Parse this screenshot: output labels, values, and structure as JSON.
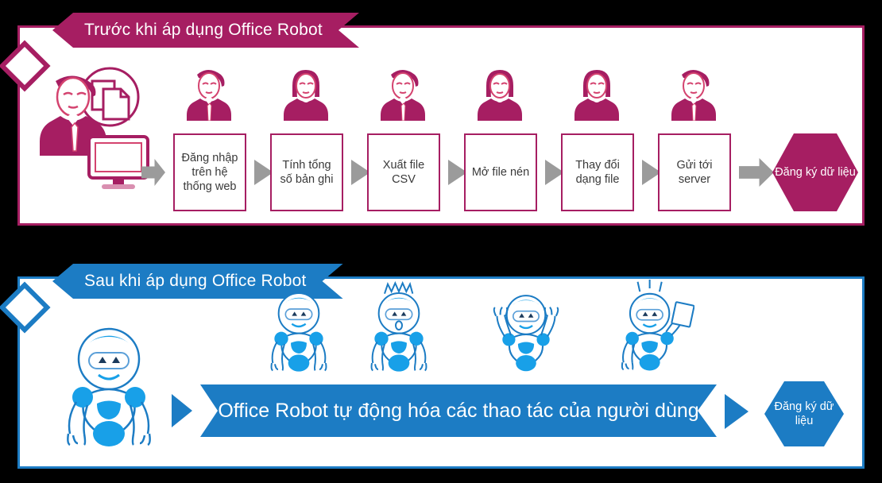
{
  "diagram": {
    "title_before": "Trước khi áp dụng Office Robot",
    "title_after": "Sau khi áp dụng Office Robot",
    "colors": {
      "magenta": "#A61E62",
      "blue": "#1C7CC4",
      "arrow_gray": "#9B9B9B",
      "frame_white": "#FFFFFF",
      "background": "#000000"
    }
  },
  "before": {
    "actor_icon": "office-worker-icon",
    "thought_icon": "documents-thought-bubble-icon",
    "monitor_icon": "computer-monitor-icon",
    "steps": [
      {
        "label": "Đăng nhập trên hệ thống web",
        "worker": "male"
      },
      {
        "label": "Tính tổng số bản ghi",
        "worker": "female"
      },
      {
        "label": "Xuất file CSV",
        "worker": "male"
      },
      {
        "label": "Mở file nén",
        "worker": "female"
      },
      {
        "label": "Thay đổi dạng file",
        "worker": "female"
      },
      {
        "label": "Gửi tới server",
        "worker": "male"
      }
    ],
    "result": "Đăng ký dữ liệu"
  },
  "after": {
    "robots": [
      {
        "pose": "standing",
        "mood": "smile"
      },
      {
        "pose": "standing",
        "mood": "smile"
      },
      {
        "pose": "excited",
        "mood": "surprised"
      },
      {
        "pose": "arms-raised",
        "mood": "smile"
      },
      {
        "pose": "holding-document",
        "mood": "smile"
      }
    ],
    "message": "Office Robot tự động hóa các thao tác của người dùng",
    "result": "Đăng ký dữ liệu"
  }
}
